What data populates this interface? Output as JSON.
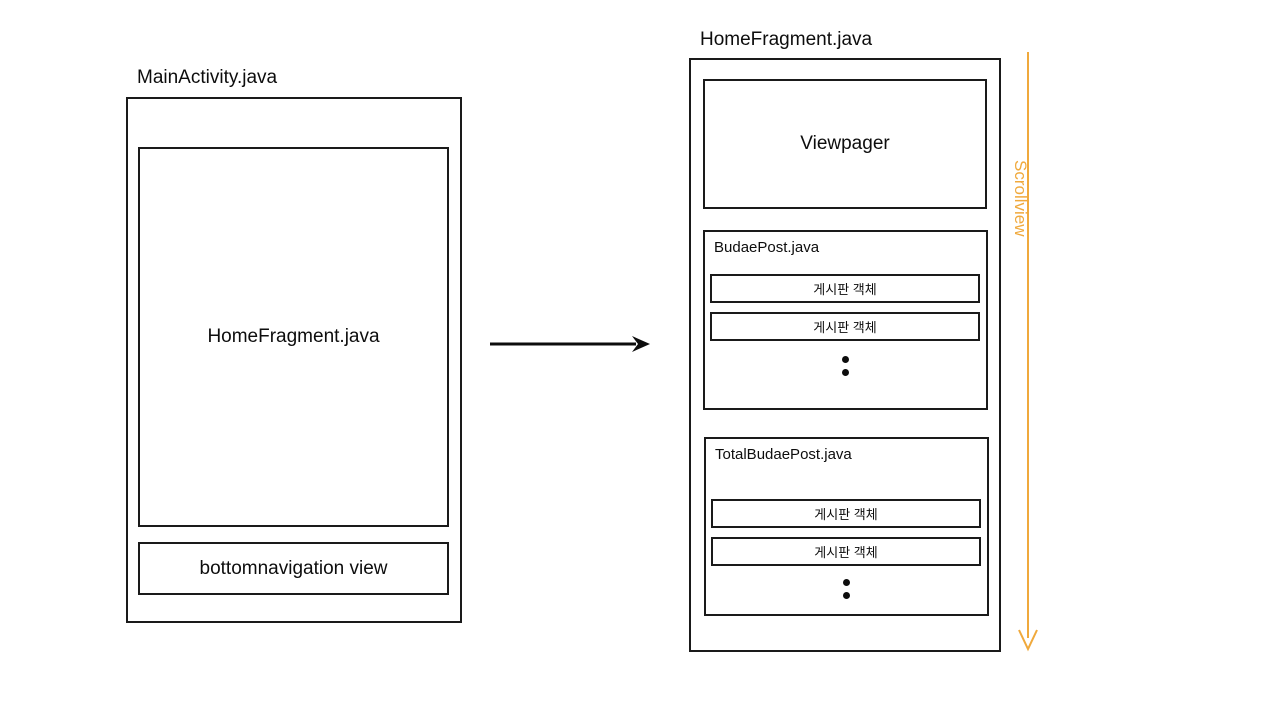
{
  "diagram": {
    "background_color": "#ffffff",
    "stroke_color": "#1a1a1a",
    "accent_color": "#F0A93C"
  },
  "left_panel": {
    "caption": "MainActivity.java",
    "content_box_label": "HomeFragment.java",
    "bottom_nav_label": "bottomnavigation view"
  },
  "flow": {
    "arrow_direction": "right"
  },
  "right_panel": {
    "caption": "HomeFragment.java",
    "viewpager_label": "Viewpager",
    "sections": [
      {
        "title": "BudaePost.java",
        "items": [
          "게시판 객체",
          "게시판 객체"
        ],
        "ellipsis": "vertical-two-dots"
      },
      {
        "title": "TotalBudaePost.java",
        "items": [
          "게시판 객체",
          "게시판 객체"
        ],
        "ellipsis": "vertical-two-dots"
      }
    ]
  },
  "scrollview": {
    "label": "Scrollview",
    "color": "#F0A93C",
    "direction": "down"
  }
}
